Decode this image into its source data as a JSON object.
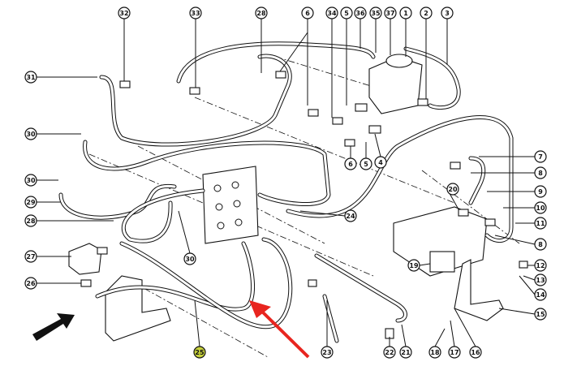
{
  "diagram": {
    "type": "exploded hydraulic hose assembly parts diagram",
    "callouts": [
      "32",
      "33",
      "28",
      "6",
      "34",
      "5",
      "36",
      "35",
      "37",
      "1",
      "2",
      "3",
      "31",
      "30",
      "30",
      "29",
      "28",
      "27",
      "26",
      "7",
      "8",
      "9",
      "10",
      "11",
      "8",
      "12",
      "13",
      "14",
      "15",
      "6",
      "5",
      "4",
      "20",
      "24",
      "30",
      "19",
      "25",
      "23",
      "22",
      "21",
      "18",
      "17",
      "16"
    ],
    "highlighted_callout": "25",
    "highlight_color": "#c8d23c",
    "pointer_arrow_color": "#e8251f",
    "direction_arrow_color": "#111111"
  }
}
